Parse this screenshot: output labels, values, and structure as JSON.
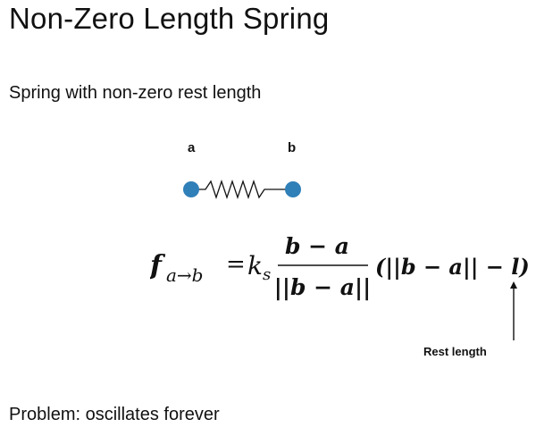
{
  "slide": {
    "title": "Non-Zero Length Spring",
    "subtitle": "Spring with non-zero rest length",
    "diagram": {
      "label_a": "a",
      "label_b": "b",
      "endpoint_color": "#2f7fb8"
    },
    "formula": {
      "lhs_f": "f",
      "lhs_sub": "a→b",
      "equals": "=",
      "k": "k",
      "k_sub": "s",
      "numerator": "b − a",
      "denominator": "||b − a||",
      "tail": "(||b − a|| − l)"
    },
    "annotation": "Rest length",
    "problem": "Problem: oscillates forever"
  }
}
